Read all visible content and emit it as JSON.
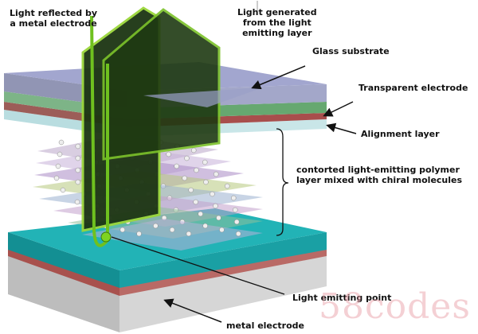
{
  "labels": {
    "reflected": [
      "Light reflected by",
      "a metal electrode"
    ],
    "generated": [
      "Light generated",
      "from the light",
      "emitting layer"
    ],
    "glass": "Glass substrate",
    "transparent_electrode": "Transparent electrode",
    "alignment": "Alignment layer",
    "polymer": [
      "contorted light-emitting polymer",
      "layer mixed with chiral molecules"
    ],
    "emitting_point": "Light emitting point",
    "metal_electrode": "metal electrode"
  },
  "watermark": "58codes",
  "colors": {
    "glass": "#8a8fb8",
    "transparent_electrode": "#6fae78",
    "alignment": "#a85a55",
    "bottom_electrode": "#1aa0a4",
    "base": "#c8c8c8",
    "light_plate": "#1f3a12",
    "light_edge": "#8ad02a"
  }
}
